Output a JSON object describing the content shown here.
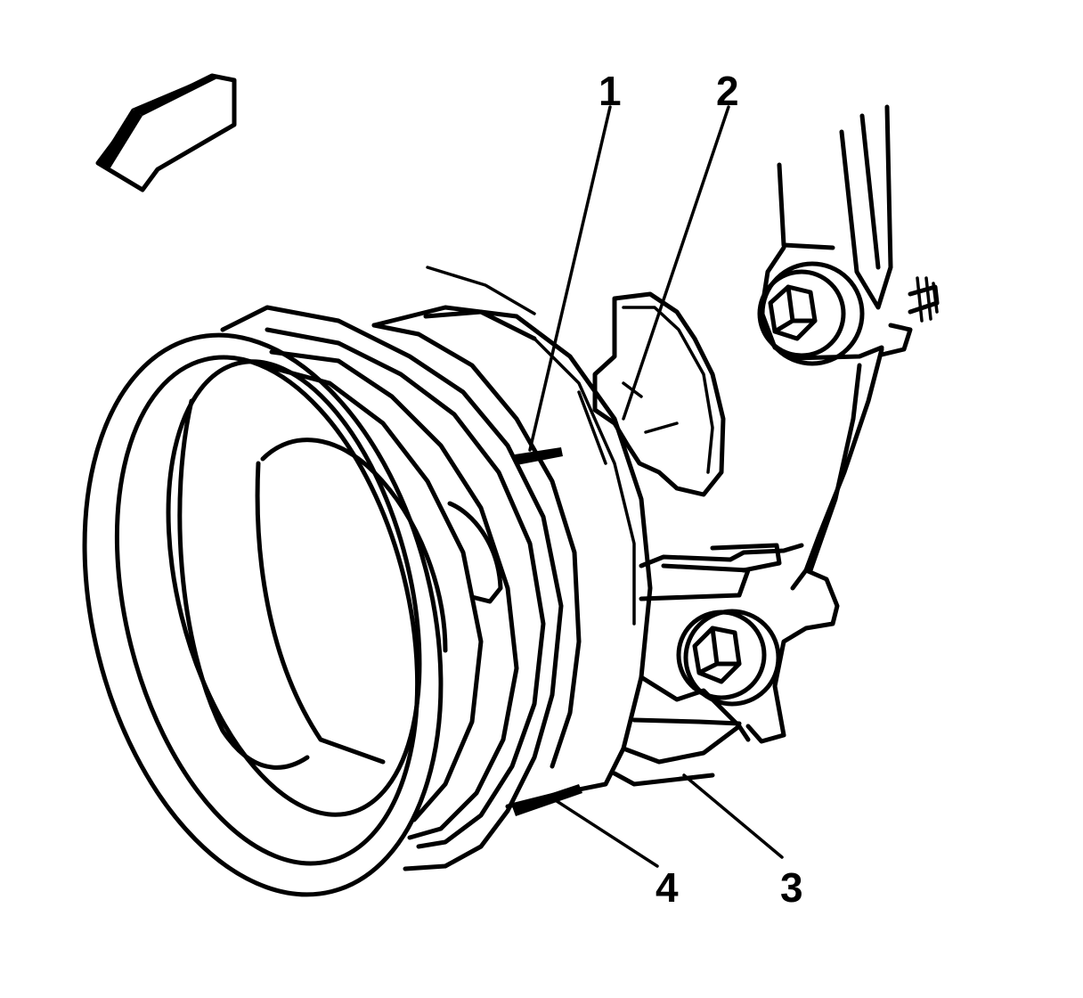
{
  "callouts": [
    {
      "id": "1",
      "label": "1"
    },
    {
      "id": "2",
      "label": "2"
    },
    {
      "id": "3",
      "label": "3"
    },
    {
      "id": "4",
      "label": "4"
    }
  ],
  "icons": {
    "direction_arrow": "front-direction-arrow-icon"
  },
  "colors": {
    "line": "#000000",
    "background": "#ffffff"
  }
}
